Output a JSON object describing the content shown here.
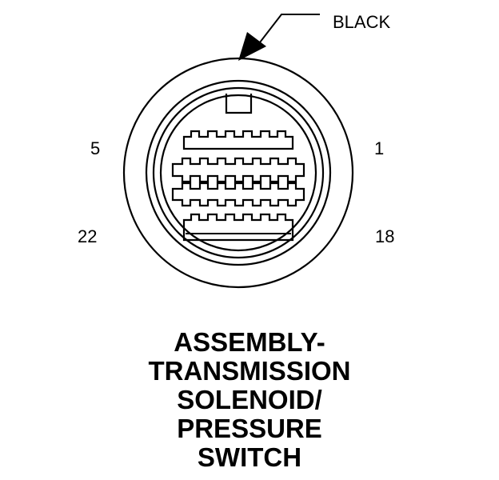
{
  "connector": {
    "color_label": "BLACK",
    "pins": {
      "top_left": "5",
      "top_right": "1",
      "bottom_left": "22",
      "bottom_right": "18"
    }
  },
  "title_lines": [
    "ASSEMBLY-",
    "TRANSMISSION",
    "SOLENOID/",
    "PRESSURE",
    "SWITCH"
  ]
}
